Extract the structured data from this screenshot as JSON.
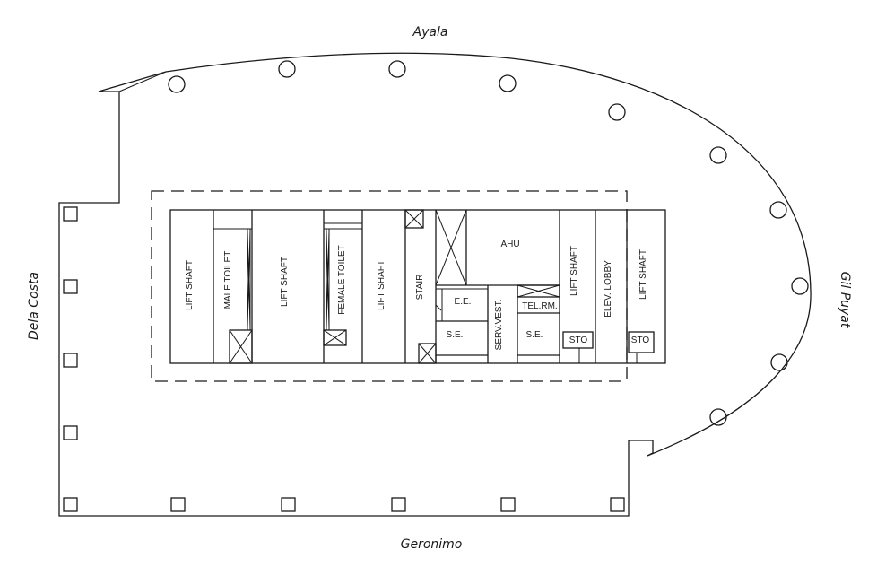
{
  "streets": {
    "north": "Ayala",
    "south": "Geronimo",
    "west": "Dela Costa",
    "east": "Gil Puyat"
  },
  "rooms": {
    "lift_shaft_1": "LIFT SHAFT",
    "male_toilet": "MALE TOILET",
    "lift_shaft_2": "LIFT SHAFT",
    "female_toilet": "FEMALE TOILET",
    "lift_shaft_3": "LIFT SHAFT",
    "stair": "STAIR",
    "ahu": "AHU",
    "ee": "E.E.",
    "se_1": "S.E.",
    "serv_vest": "SERV.VEST.",
    "tel_rm": "TEL.RM.",
    "se_2": "S.E.",
    "lift_shaft_4": "LIFT SHAFT",
    "sto_1": "STO",
    "elev_lobby": "ELEV. LOBBY",
    "lift_shaft_5": "LIFT SHAFT",
    "sto_2": "STO"
  }
}
